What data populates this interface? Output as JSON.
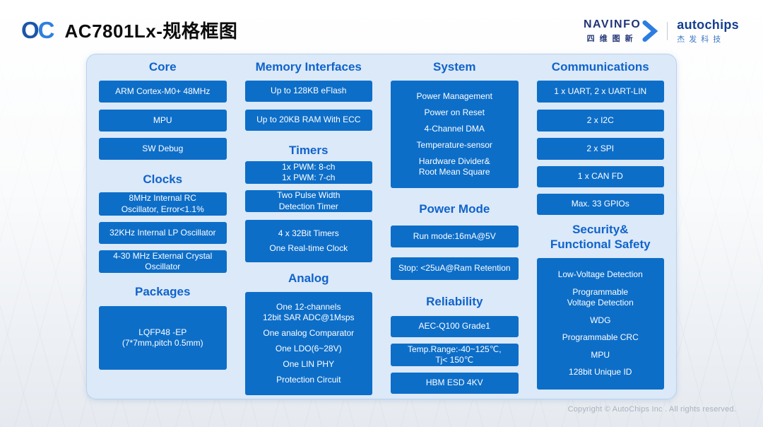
{
  "header": {
    "logo_o": "O",
    "logo_c": "C",
    "title": "AC7801Lx-规格框图",
    "navinfo_name": "NAVINFO",
    "navinfo_cn": "四维图新",
    "autochips_name": "autochips",
    "autochips_cn": "杰发科技"
  },
  "colors": {
    "box_blue": "#0d6ec8",
    "section_title_blue": "#1063cb",
    "panel_bg": "#dbe9f8",
    "logo_navy": "#223577",
    "logo_bright_blue": "#2e7fdf"
  },
  "columns": [
    {
      "blocks": [
        {
          "type": "title",
          "text": "Core"
        },
        {
          "type": "box",
          "items": [
            [
              "ARM Cortex-M0+ 48MHz"
            ]
          ]
        },
        {
          "type": "box",
          "items": [
            [
              "MPU"
            ]
          ]
        },
        {
          "type": "box",
          "items": [
            [
              "SW Debug"
            ]
          ]
        },
        {
          "type": "title",
          "text": "Clocks"
        },
        {
          "type": "box",
          "items": [
            [
              "8MHz Internal RC",
              "Oscillator, Error<1.1%"
            ]
          ]
        },
        {
          "type": "box",
          "items": [
            [
              "32KHz Internal LP Oscillator"
            ]
          ]
        },
        {
          "type": "box",
          "items": [
            [
              "4-30 MHz External Crystal",
              "Oscillator"
            ]
          ]
        },
        {
          "type": "title",
          "text": "Packages"
        },
        {
          "type": "box",
          "items": [
            [
              "LQFP48 -EP",
              "(7*7mm,pitch 0.5mm)"
            ]
          ]
        }
      ]
    },
    {
      "blocks": [
        {
          "type": "title",
          "text": "Memory Interfaces"
        },
        {
          "type": "box",
          "items": [
            [
              "Up to 128KB eFlash"
            ]
          ]
        },
        {
          "type": "box",
          "items": [
            [
              "Up to 20KB RAM With ECC"
            ]
          ]
        },
        {
          "type": "title",
          "text": "Timers"
        },
        {
          "type": "box",
          "items": [
            [
              "1x PWM: 8-ch",
              "1x PWM: 7-ch"
            ]
          ]
        },
        {
          "type": "box",
          "items": [
            [
              "Two Pulse Width",
              "Detection Timer"
            ]
          ]
        },
        {
          "type": "box",
          "items": [
            [
              "4 x 32Bit Timers"
            ],
            [
              "One Real-time Clock"
            ]
          ]
        },
        {
          "type": "title",
          "text": "Analog"
        },
        {
          "type": "box",
          "items": [
            [
              "One 12-channels",
              "12bit SAR ADC@1Msps"
            ],
            [
              "One analog Comparator"
            ],
            [
              "One LDO(6~28V)"
            ],
            [
              "One LIN PHY"
            ],
            [
              "Protection Circuit"
            ]
          ]
        }
      ]
    },
    {
      "blocks": [
        {
          "type": "title",
          "text": "System"
        },
        {
          "type": "box",
          "items": [
            [
              "Power Management"
            ],
            [
              "Power on Reset"
            ],
            [
              "4-Channel DMA"
            ],
            [
              "Temperature-sensor"
            ],
            [
              "Hardware Divider&",
              "Root Mean Square"
            ]
          ]
        },
        {
          "type": "title",
          "text": "Power Mode"
        },
        {
          "type": "box",
          "items": [
            [
              "Run mode:16mA@5V"
            ]
          ]
        },
        {
          "type": "box",
          "items": [
            [
              "Stop: <25uA@Ram Retention"
            ]
          ]
        },
        {
          "type": "title",
          "text": "Reliability"
        },
        {
          "type": "box",
          "items": [
            [
              "AEC-Q100 Grade1"
            ]
          ]
        },
        {
          "type": "box",
          "items": [
            [
              "Temp.Range:-40~125℃,",
              "Tj< 150℃"
            ]
          ]
        },
        {
          "type": "box",
          "items": [
            [
              "HBM ESD  4KV"
            ]
          ]
        }
      ]
    },
    {
      "blocks": [
        {
          "type": "title",
          "text": "Communications"
        },
        {
          "type": "box",
          "items": [
            [
              "1 x UART,  2 x UART-LIN"
            ]
          ]
        },
        {
          "type": "box",
          "items": [
            [
              "2 x I2C"
            ]
          ]
        },
        {
          "type": "box",
          "items": [
            [
              "2 x SPI"
            ]
          ]
        },
        {
          "type": "box",
          "items": [
            [
              "1 x CAN FD"
            ]
          ]
        },
        {
          "type": "box",
          "items": [
            [
              "Max. 33 GPIOs"
            ]
          ]
        },
        {
          "type": "title",
          "text": "Security&\nFunctional Safety"
        },
        {
          "type": "box",
          "items": [
            [
              "Low-Voltage Detection"
            ],
            [
              "Programmable",
              "Voltage Detection"
            ],
            [
              "WDG"
            ],
            [
              "Programmable CRC"
            ],
            [
              "MPU"
            ],
            [
              "128bit Unique ID"
            ]
          ]
        }
      ]
    }
  ],
  "footer": {
    "copyright": "Copyright © AutoChips Inc . All rights reserved."
  }
}
